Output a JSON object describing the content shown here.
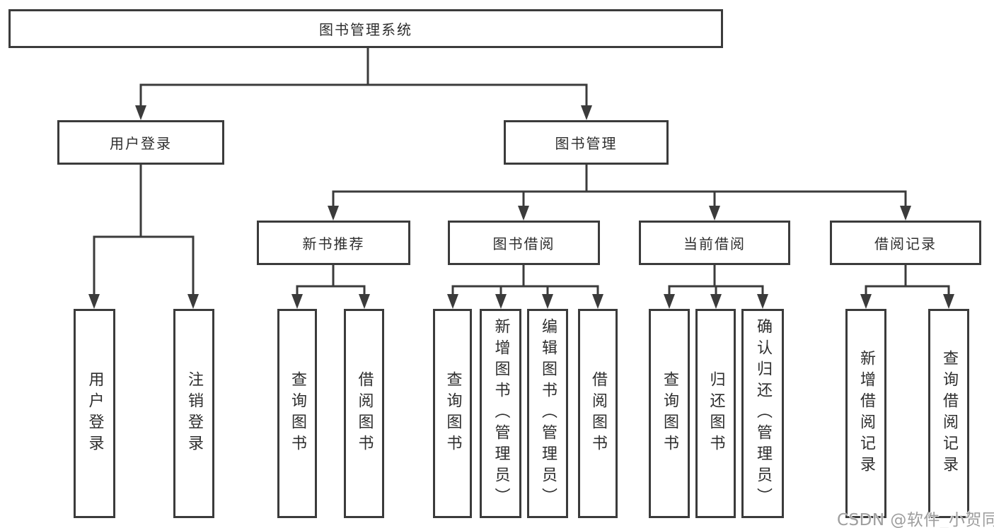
{
  "diagram_type": "hierarchy-tree",
  "colors": {
    "line": "#3b3b3b",
    "box_border": "#3b3b3b",
    "text": "#2e2e2e",
    "background": "#ffffff",
    "watermark": "#9e9e9e"
  },
  "tree": {
    "label": "图书管理系统",
    "children": [
      {
        "label": "用户登录",
        "children": [
          {
            "label": "用户登录"
          },
          {
            "label": "注销登录"
          }
        ]
      },
      {
        "label": "图书管理",
        "children": [
          {
            "label": "新书推荐",
            "children": [
              {
                "label": "查询图书"
              },
              {
                "label": "借阅图书"
              }
            ]
          },
          {
            "label": "图书借阅",
            "children": [
              {
                "label": "查询图书"
              },
              {
                "label": "新增图书（管理员）"
              },
              {
                "label": "编辑图书（管理员）"
              },
              {
                "label": "借阅图书"
              }
            ]
          },
          {
            "label": "当前借阅",
            "children": [
              {
                "label": "查询图书"
              },
              {
                "label": "归还图书"
              },
              {
                "label": "确认归还（管理员）"
              }
            ]
          },
          {
            "label": "借阅记录",
            "children": [
              {
                "label": "新增借阅记录"
              },
              {
                "label": "查询借阅记录"
              }
            ]
          }
        ]
      }
    ]
  },
  "watermark": {
    "text": "CSDN @软件_小贺同学"
  }
}
